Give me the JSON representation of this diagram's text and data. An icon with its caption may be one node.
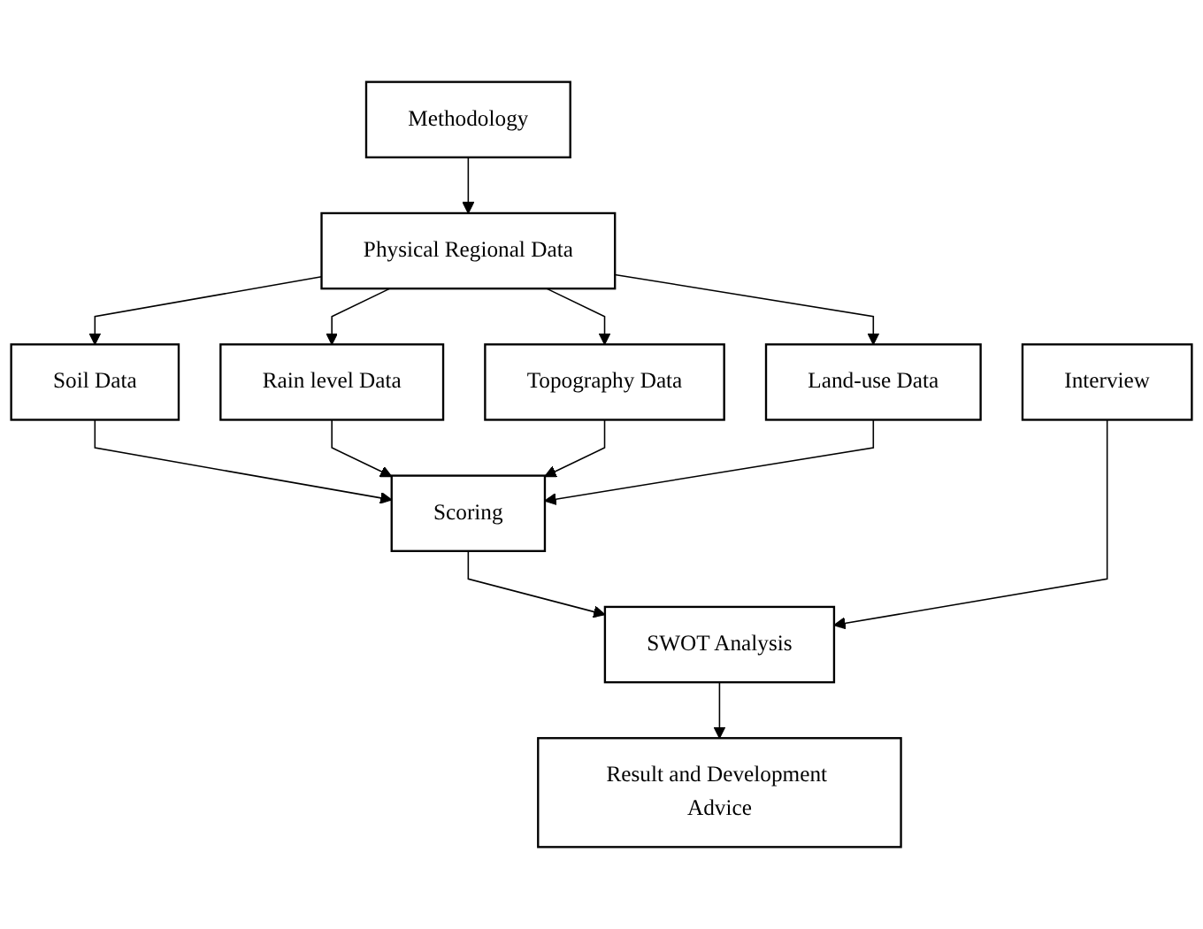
{
  "diagram": {
    "nodes": [
      {
        "text": [
          "Methodology"
        ]
      },
      {
        "text": [
          "Physical Regional Data"
        ]
      },
      {
        "text": [
          "Soil Data"
        ]
      },
      {
        "text": [
          "Rain level Data"
        ]
      },
      {
        "text": [
          "Topography Data"
        ]
      },
      {
        "text": [
          "Land-use Data"
        ]
      },
      {
        "text": [
          "Scoring"
        ]
      },
      {
        "text": [
          "SWOT Analysis"
        ]
      },
      {
        "text": [
          "Interview"
        ]
      },
      {
        "text": [
          "Result and Development Advice"
        ]
      }
    ],
    "edges": [
      {
        "from": 0,
        "to": 1,
        "arrow": "to"
      },
      {
        "from": 1,
        "to": 2,
        "arrow": "to"
      },
      {
        "from": 1,
        "to": 3,
        "arrow": "to"
      },
      {
        "from": 1,
        "to": 4,
        "arrow": "to"
      },
      {
        "from": 1,
        "to": 5,
        "arrow": "to"
      },
      {
        "from": 2,
        "to": 6,
        "arrow": "to"
      },
      {
        "from": 3,
        "to": 6,
        "arrow": "to"
      },
      {
        "from": 4,
        "to": 6,
        "arrow": "to"
      },
      {
        "from": 5,
        "to": 6,
        "arrow": "to"
      },
      {
        "from": 6,
        "to": 7,
        "arrow": "to"
      },
      {
        "from": 8,
        "to": 7,
        "arrow": "to"
      },
      {
        "from": 7,
        "to": 9,
        "arrow": "to"
      }
    ]
  }
}
